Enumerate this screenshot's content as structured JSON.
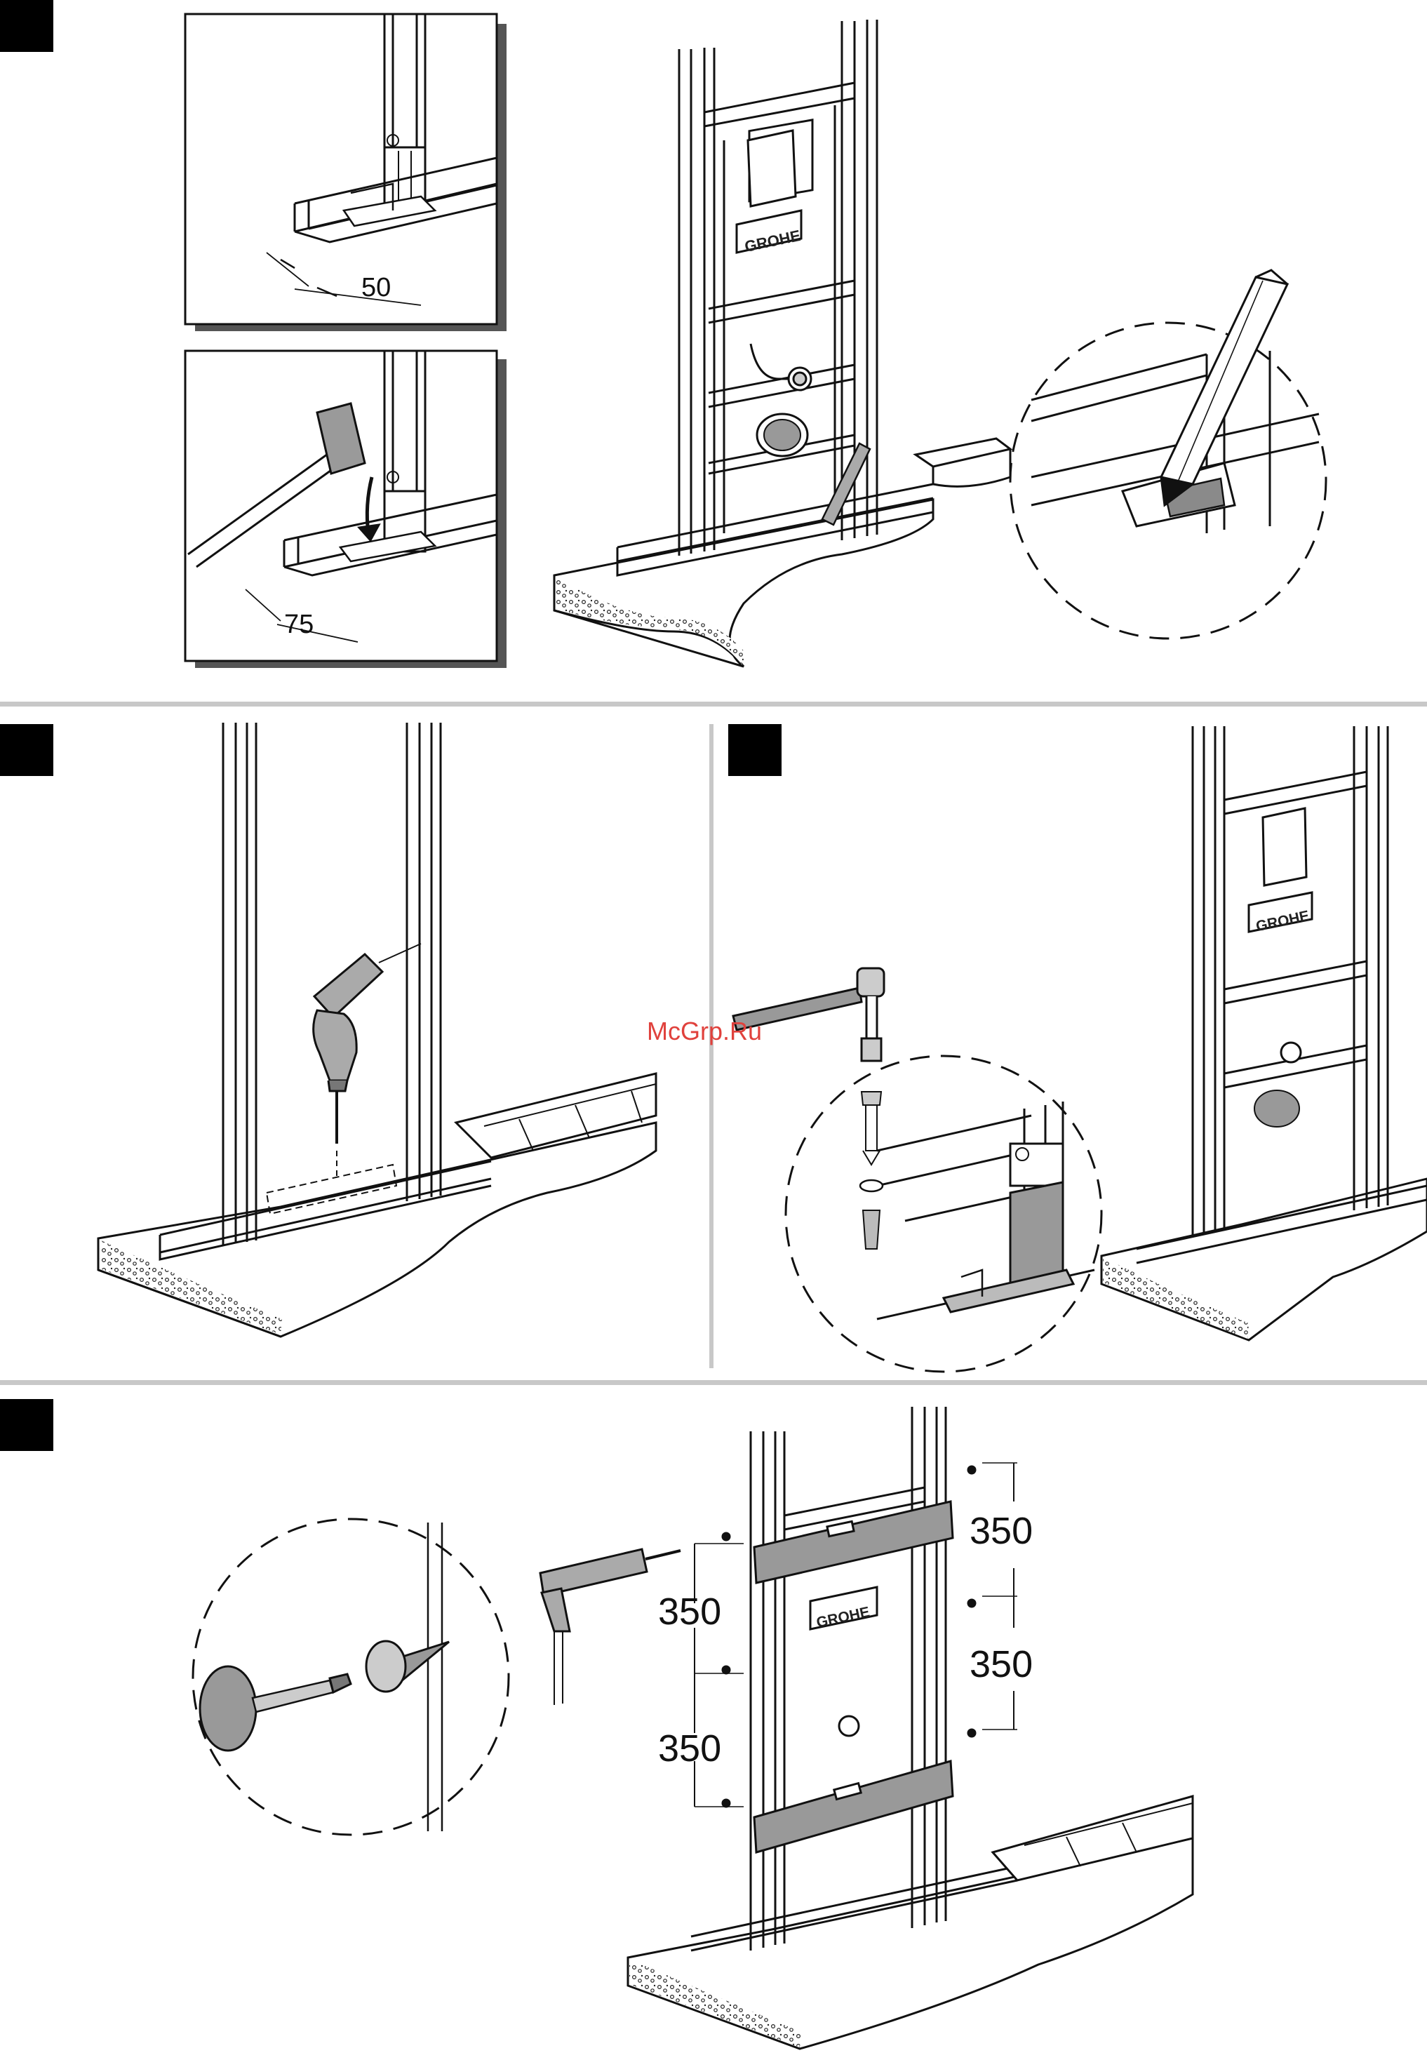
{
  "brand": "GROHE",
  "watermark": "McGrp.Ru",
  "dimensions": {
    "inset_top": "50",
    "inset_bottom": "75",
    "spacing": [
      "350",
      "350",
      "350",
      "350"
    ]
  }
}
